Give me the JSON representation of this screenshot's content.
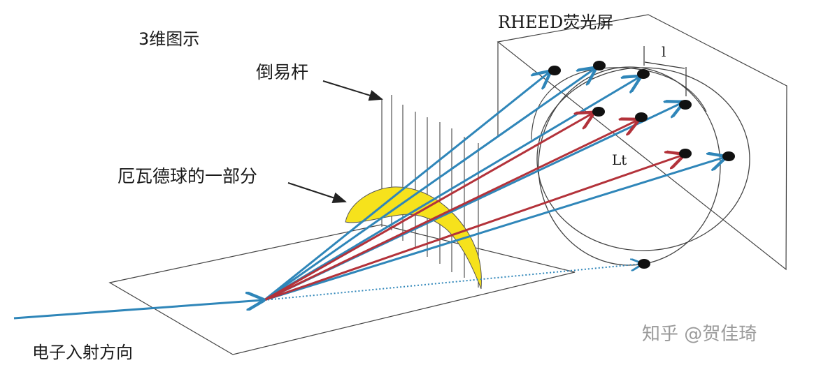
{
  "diagram": {
    "title": "3维图示",
    "screen_label": "RHEED荧光屏",
    "rods_label": "倒易杆",
    "ewald_label": "厄瓦德球的一部分",
    "beam_label": "电子入射方向",
    "lt_label": "Lt",
    "spacing_label": "l",
    "watermark": "知乎 @贺佳琦",
    "colors": {
      "blue_beam": "#2f86b9",
      "red_beam": "#b3323a",
      "ewald_fill": "#f6e21c",
      "spot": "#111111",
      "line": "#333333"
    }
  }
}
